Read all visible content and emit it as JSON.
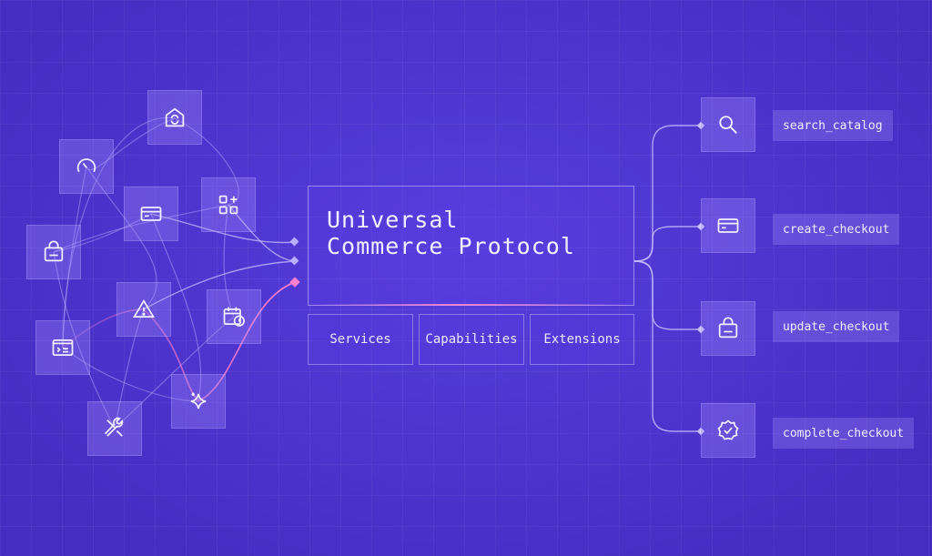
{
  "title": {
    "line1": "Universal",
    "line2": "Commerce Protocol"
  },
  "sections": [
    "Services",
    "Capabilities",
    "Extensions"
  ],
  "tools": [
    {
      "name": "search_catalog",
      "icon": "search-icon"
    },
    {
      "name": "create_checkout",
      "icon": "credit-card-icon"
    },
    {
      "name": "update_checkout",
      "icon": "shopping-bag-icon"
    },
    {
      "name": "complete_checkout",
      "icon": "badge-check-icon"
    }
  ],
  "source_icons": [
    "refresh-store-icon",
    "gauge-icon",
    "credit-card-icon",
    "apps-add-icon",
    "shopping-bag-icon",
    "warning-icon",
    "calendar-clock-icon",
    "terminal-window-icon",
    "sparkle-icon",
    "tools-icon"
  ],
  "colors": {
    "background": "#4f35d3",
    "tile": "#7d68e6",
    "line": "#b9b0ff",
    "accent": "#ff7fd0",
    "text": "#f2efff"
  }
}
